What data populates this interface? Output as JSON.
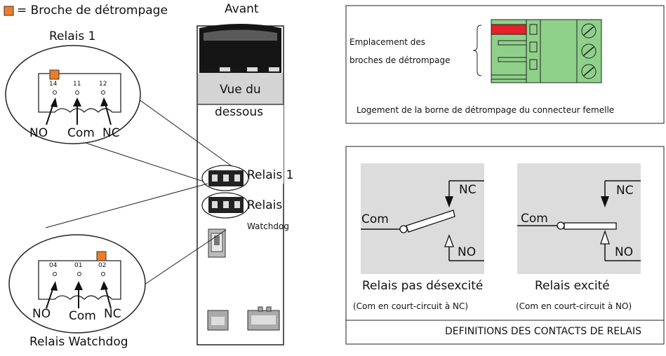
{
  "legend": {
    "text": "= Broche de détrompage",
    "marker_color": "#f07c28"
  },
  "device": {
    "front_label": "Avant",
    "bottom_view_line1": "Vue du",
    "bottom_view_line2": "dessous",
    "relay1_label": "Relais 1",
    "relay_wd_label1": "Relais",
    "relay_wd_label2": "Watchdog"
  },
  "relay1_zoom": {
    "title": "Relais 1",
    "pins": [
      "14",
      "11",
      "12"
    ],
    "contacts": [
      "NO",
      "Com",
      "NC"
    ]
  },
  "watchdog_zoom": {
    "title": "Relais Watchdog",
    "pins": [
      "04",
      "01",
      "02"
    ],
    "contacts": [
      "NO",
      "Com",
      "NC"
    ]
  },
  "keying_panel": {
    "label_line1": "Emplacement des",
    "label_line2": "broches de détrompage",
    "caption": "Logement de la borne de détrompage du connecteur femelle",
    "connector_color": "#8fd08a",
    "key_color": "#e8202a"
  },
  "contacts_panel": {
    "title": "DEFINITIONS DES CONTACTS DE RELAIS",
    "deenergized": {
      "caption": "Relais pas désexcité",
      "note": "(Com en court-circuit à NC)",
      "com": "Com",
      "nc": "NC",
      "no": "NO"
    },
    "energized": {
      "caption": "Relais excité",
      "note": "(Com en court-circuit à NO)",
      "com": "Com",
      "nc": "NC",
      "no": "NO"
    },
    "panel_color": "#dcdcdc"
  }
}
